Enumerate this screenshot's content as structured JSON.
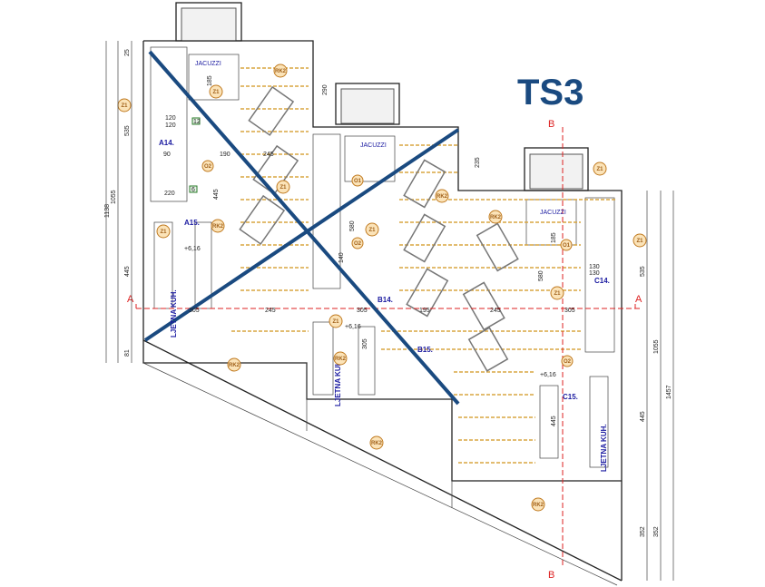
{
  "title": "TS3",
  "colors": {
    "title": "#1a4a80",
    "cross": "#1a4a80",
    "section": "#dd2222",
    "deck": "#d9a640",
    "tag": "#c07a20"
  },
  "section_marks": {
    "a_left": "A",
    "a_right": "A",
    "b_top": "B",
    "b_bottom": "B"
  },
  "rooms": {
    "jacuzzi_a": "JACUZZI",
    "jacuzzi_b": "JACUZZI",
    "jacuzzi_c": "JACUZZI",
    "a14": "A14.",
    "b14": "B14.",
    "c14": "C14.",
    "a15": "A15.",
    "b15": "B15.",
    "c15": "C15.",
    "kitchen_a": "LJETNA KUH.",
    "kitchen_b": "LJETNA KUH.",
    "kitchen_c": "LJETNA KUH."
  },
  "levels": {
    "a": "+6,16",
    "b": "+6,16",
    "c": "+6,16"
  },
  "tags": {
    "z1": "Z1",
    "o1": "O1",
    "o2": "O2",
    "rk2": "RK2",
    "n12": "12",
    "n6": "6"
  },
  "dims": {
    "d1138": "1138",
    "d1055": "1055",
    "d535": "535",
    "d445": "445",
    "d81": "81",
    "d25": "25",
    "d290": "290",
    "d235": "235",
    "d1457": "1457",
    "d352": "352",
    "d245": "245",
    "d305": "305",
    "d195": "195",
    "d580": "580",
    "d185": "185",
    "d120": "120",
    "d190": "190",
    "d90": "90",
    "d220": "220",
    "d140": "140",
    "d130": "130"
  }
}
